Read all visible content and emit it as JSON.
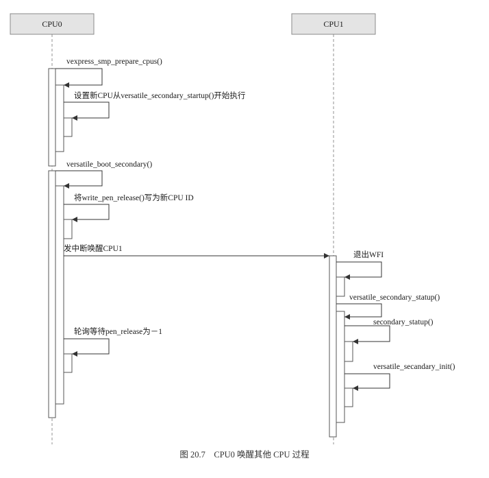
{
  "participants": {
    "cpu0": {
      "label": "CPU0"
    },
    "cpu1": {
      "label": "CPU1"
    }
  },
  "messages": {
    "prepare_cpus": "vexpress_smp_prepare_cpus()",
    "set_new_cpu": "设置新CPU从versatile_secondary_startup()开始执行",
    "boot_secondary": "versatile_boot_secondary()",
    "write_pen_release": "将write_pen_release()写为新CPU ID",
    "send_interrupt": "发中断唤醒CPU1",
    "poll_pen_release": "轮询等待pen_release为－1",
    "exit_wfi": "退出WFI",
    "secondary_startup_stub": "versatile_secondary_statup()",
    "secondary_startup": "secondary_statup()",
    "secondary_init": "versatile_secandary_init()"
  },
  "caption": "图 20.7　CPU0 唤醒其他 CPU 过程",
  "colors": {
    "header_fill": "#e4e4e4",
    "header_stroke": "#8a8a8a",
    "line": "#555555",
    "activation_fill": "#ffffff"
  }
}
